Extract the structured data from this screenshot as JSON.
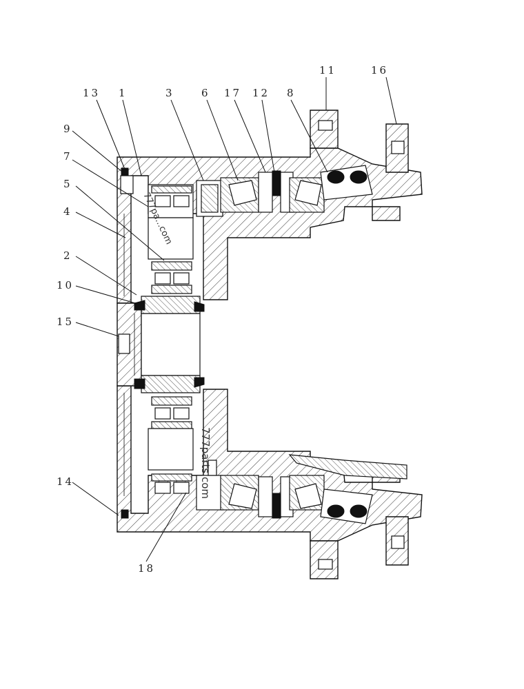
{
  "callouts": [
    {
      "id": "c11",
      "label": "11"
    },
    {
      "id": "c16",
      "label": "16"
    },
    {
      "id": "c13",
      "label": "13"
    },
    {
      "id": "c1",
      "label": "1"
    },
    {
      "id": "c3",
      "label": "3"
    },
    {
      "id": "c6",
      "label": "6"
    },
    {
      "id": "c17",
      "label": "17"
    },
    {
      "id": "c12",
      "label": "12"
    },
    {
      "id": "c8",
      "label": "8"
    },
    {
      "id": "c9",
      "label": "9"
    },
    {
      "id": "c7",
      "label": "7"
    },
    {
      "id": "c5",
      "label": "5"
    },
    {
      "id": "c4",
      "label": "4"
    },
    {
      "id": "c2",
      "label": "2"
    },
    {
      "id": "c10",
      "label": "10"
    },
    {
      "id": "c15",
      "label": "15"
    },
    {
      "id": "c14",
      "label": "14"
    },
    {
      "id": "c18",
      "label": "18"
    }
  ],
  "watermarks": {
    "small": "777pa...com",
    "large": "777parts.com"
  }
}
